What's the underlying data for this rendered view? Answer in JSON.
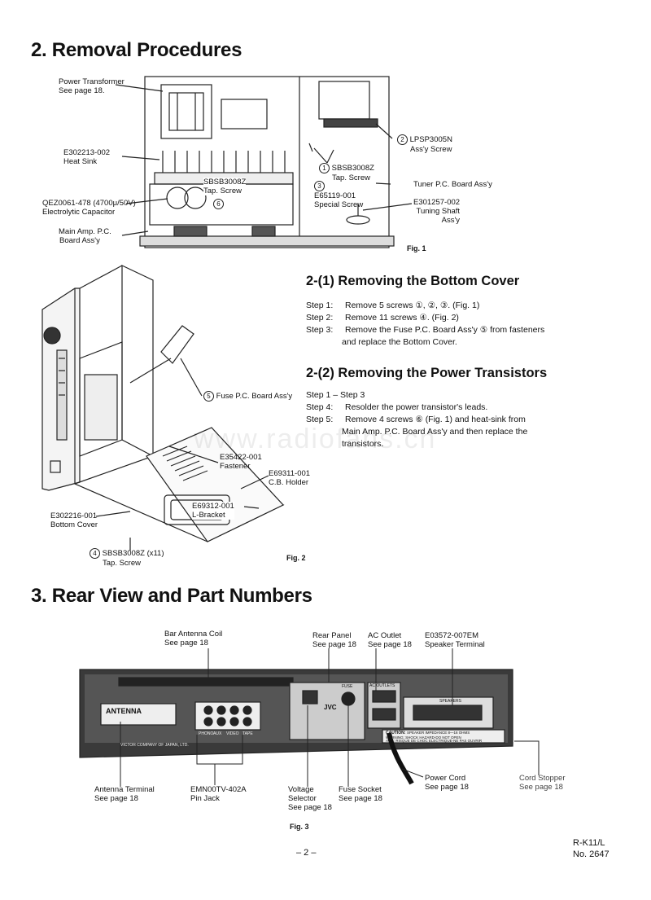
{
  "section2": {
    "title": "2. Removal Procedures",
    "fig1": {
      "caption": "Fig. 1",
      "labels": {
        "power_transformer": [
          "Power Transformer",
          "See page 18."
        ],
        "heat_sink": [
          "E302213-002",
          "Heat Sink"
        ],
        "sbsb_tap_center": [
          "SBSB3008Z",
          "Tap. Screw"
        ],
        "capacitor": [
          "QEZ0061-478 (4700μ/50V)",
          "Electrolytic Capacitor"
        ],
        "main_amp": [
          "Main Amp. P.C.",
          "Board Ass'y"
        ],
        "lpsp": [
          "LPSP3005N",
          "Ass'y Screw"
        ],
        "sbsb_tap_right": [
          "SBSB3008Z",
          "Tap. Screw"
        ],
        "special_screw": [
          "E65119-001",
          "Special Screw"
        ],
        "tuner_board": "Tuner P.C. Board Ass'y",
        "tuning_shaft": [
          "E301257-002",
          "Tuning Shaft",
          "Ass'y"
        ],
        "circ_1": "1",
        "circ_2": "2",
        "circ_3": "3",
        "circ_6": "6"
      }
    },
    "fig2": {
      "caption": "Fig. 2",
      "labels": {
        "fuse_board": "Fuse P.C. Board Ass'y",
        "fastener": [
          "E35422-001",
          "Fastener"
        ],
        "cb_holder": [
          "E69311-001",
          "C.B. Holder"
        ],
        "l_bracket": [
          "E69312-001",
          "L-Bracket"
        ],
        "bottom_cover": [
          "E302216-001",
          "Bottom Cover"
        ],
        "sbsb_x11": [
          "SBSB3008Z (x11)",
          "Tap. Screw"
        ],
        "circ_4": "4",
        "circ_5": "5"
      }
    },
    "sub1": {
      "title": "2-(1) Removing the Bottom Cover",
      "steps": [
        {
          "k": "Step 1:",
          "t": "Remove 5 screws ①, ②, ③. (Fig. 1)"
        },
        {
          "k": "Step 2:",
          "t": "Remove 11 screws ④. (Fig. 2)"
        },
        {
          "k": "Step 3:",
          "t": "Remove the Fuse P.C. Board Ass'y ⑤ from fasteners"
        },
        {
          "k": "",
          "t": "and replace the Bottom Cover."
        }
      ]
    },
    "sub2": {
      "title": "2-(2) Removing the Power Transistors",
      "steps": [
        {
          "k": "Step 1",
          "t": "– Step 3"
        },
        {
          "k": "Step 4:",
          "t": "Resolder the power transistor's leads."
        },
        {
          "k": "Step 5:",
          "t": "Remove 4 screws ⑥ (Fig. 1) and heat-sink from"
        },
        {
          "k": "",
          "t": "Main Amp. P.C. Board Ass'y and then replace the"
        },
        {
          "k": "",
          "t": "transistors."
        }
      ]
    }
  },
  "section3": {
    "title": "3. Rear View and Part Numbers",
    "fig3": {
      "caption": "Fig. 3",
      "labels": {
        "bar_antenna": [
          "Bar Antenna Coil",
          "See page 18"
        ],
        "rear_panel": [
          "Rear Panel",
          "See page 18"
        ],
        "ac_outlet": [
          "AC Outlet",
          "See page 18"
        ],
        "speaker_terminal": [
          "E03572-007EM",
          "Speaker Terminal"
        ],
        "antenna_terminal": [
          "Antenna Terminal",
          "See page 18"
        ],
        "pin_jack": [
          "EMN00TV-402A",
          "Pin Jack"
        ],
        "voltage_selector": [
          "Voltage",
          "Selector",
          "See page 18"
        ],
        "fuse_socket": [
          "Fuse Socket",
          "See page 18"
        ],
        "power_cord": [
          "Power Cord",
          "See page 18"
        ],
        "cord_stopper": [
          "Cord Stopper",
          "See page 18"
        ]
      },
      "panel_text": {
        "brand": "JVC",
        "fuse": "FUSE",
        "ac_outlets": "AC OUTLETS",
        "speakers": "SPEAKERS",
        "caution": "CAUTION:",
        "impedance": "SPEAKER IMPEDANCE 8—16 OHMS",
        "warning": "WARNING: SHOCK HAZARD-DO NOT OPEN",
        "warning_fr": "AVIS: RISQUE DE CHOC ELECTRIQUE-NE PAS OUVRIR",
        "video": "VIDEO",
        "tape": "TAPE",
        "phono": "PHONO",
        "aux": "AUX",
        "antenna": "ANTENNA",
        "victor": "VICTOR COMPANY OF JAPAN, LTD."
      }
    }
  },
  "footer": {
    "page_number": "– 2 –",
    "model": "R-K11/L",
    "doc_no": "No. 2647"
  },
  "watermark": "www.radiofans.cn"
}
